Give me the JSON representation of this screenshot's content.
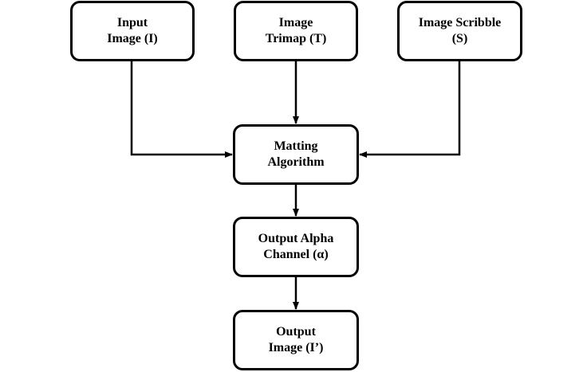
{
  "diagram": {
    "nodes": {
      "input_image": {
        "line1": "Input",
        "line2": "Image (I)"
      },
      "image_trimap": {
        "line1": "Image",
        "line2": "Trimap (T)"
      },
      "image_scribble": {
        "line1": "Image Scribble",
        "line2": "(S)"
      },
      "matting": {
        "line1": "Matting",
        "line2": "Algorithm"
      },
      "alpha": {
        "line1": "Output Alpha",
        "line2": "Channel (α)"
      },
      "output_image": {
        "line1": "Output",
        "line2": "Image (I’)"
      }
    },
    "edges": [
      {
        "from": "Input Image (I)",
        "to": "Matting Algorithm"
      },
      {
        "from": "Image Trimap (T)",
        "to": "Matting Algorithm"
      },
      {
        "from": "Image Scribble (S)",
        "to": "Matting Algorithm"
      },
      {
        "from": "Matting Algorithm",
        "to": "Output Alpha Channel (α)"
      },
      {
        "from": "Output Alpha Channel (α)",
        "to": "Output Image (I’)"
      }
    ],
    "colors": {
      "stroke": "#000000",
      "fill": "#ffffff",
      "text": "#000000"
    }
  }
}
